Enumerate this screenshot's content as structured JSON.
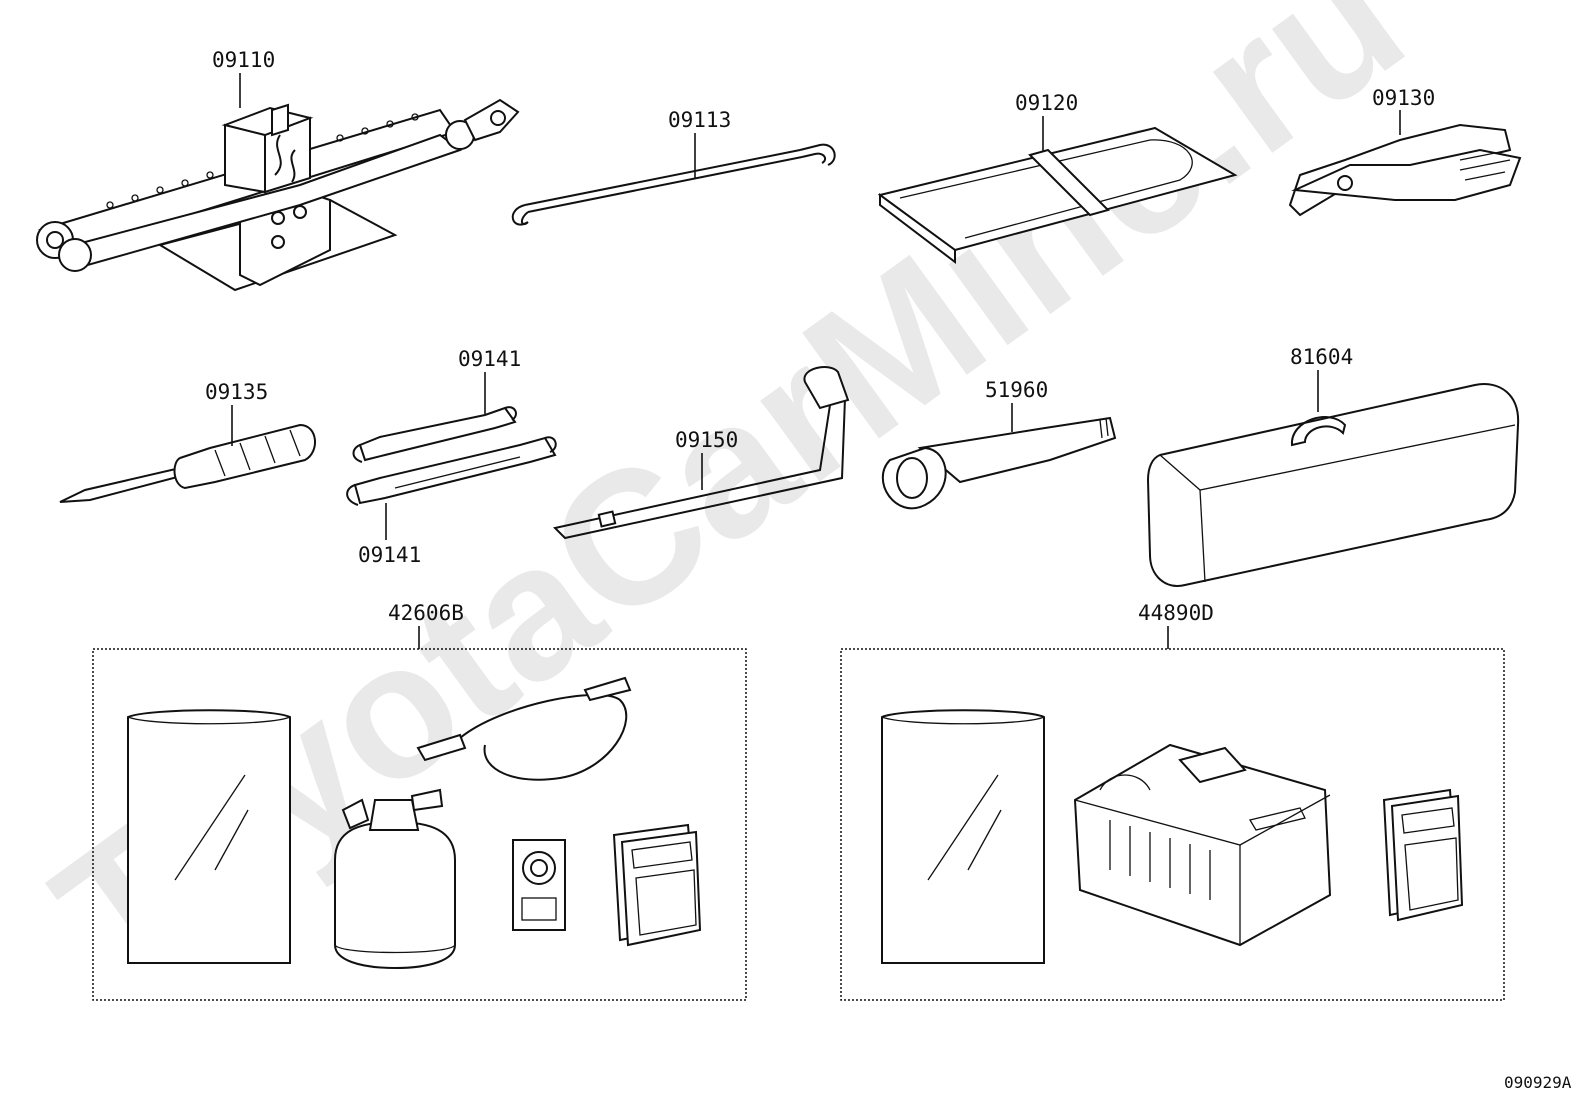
{
  "watermark": "ToyotaCarMine.ru",
  "reference_code": "090929A",
  "parts": {
    "jack": "09110",
    "jack_handle": "09113",
    "tool_bag": "09120",
    "pliers": "09130",
    "screwdriver": "09135",
    "wrench_top": "09141",
    "wrench_bottom": "09141",
    "wheel_nut_wrench": "09150",
    "spare_tire_hook": "51960",
    "tool_box": "81604",
    "repair_kit": "42606B",
    "compressor_kit": "44890D"
  }
}
